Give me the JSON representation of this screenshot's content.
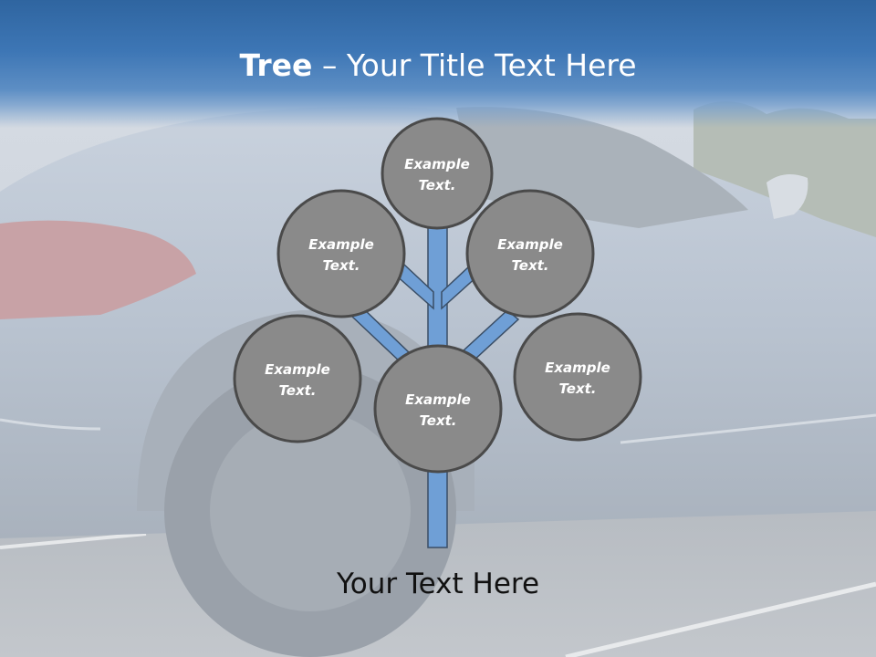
{
  "slide": {
    "title_bold": "Tree",
    "title_rest": " – Your Title Text Here",
    "footer_text": "Your Text Here"
  },
  "diagram": {
    "nodes": [
      {
        "line1": "Example",
        "line2": "Text."
      },
      {
        "line1": "Example",
        "line2": "Text."
      },
      {
        "line1": "Example",
        "line2": "Text."
      },
      {
        "line1": "Example",
        "line2": "Text."
      },
      {
        "line1": "Example",
        "line2": "Text."
      },
      {
        "line1": "Example",
        "line2": "Text."
      }
    ]
  },
  "colors": {
    "header": "#3d76b5",
    "branch_fill": "#6f9fd6",
    "node_fill": "#8a8a8a",
    "node_stroke": "#4a4a4a",
    "node_text": "#ffffff"
  }
}
